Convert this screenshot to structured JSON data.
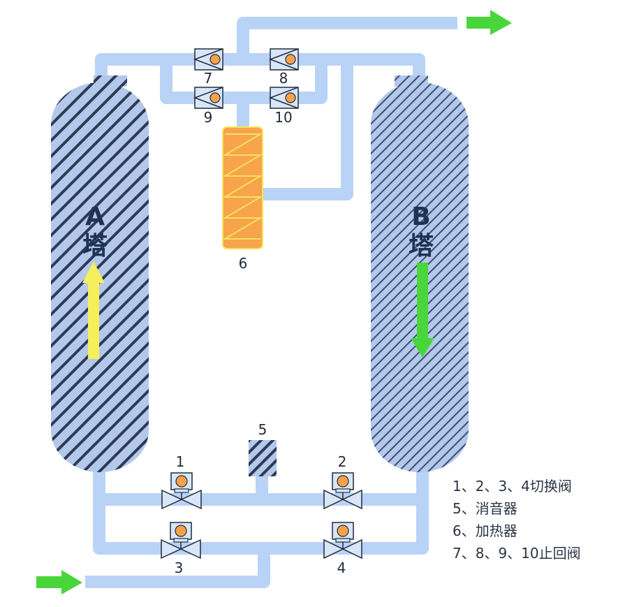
{
  "towers": {
    "a": {
      "letter": "A",
      "word": "塔",
      "flow_arrow_color": "#f6ef5a"
    },
    "b": {
      "letter": "B",
      "word": "塔",
      "flow_arrow_color": "#49d63a"
    }
  },
  "component_numbers": {
    "v1": "1",
    "v2": "2",
    "v3": "3",
    "v4": "4",
    "muffler": "5",
    "heater": "6",
    "v7": "7",
    "v8": "8",
    "v9": "9",
    "v10": "10"
  },
  "legend": [
    "1、2、3、4切换阀",
    "5、消音器",
    "6、加热器",
    "7、8、9、10止回阀"
  ],
  "colors": {
    "pipe": "#b9d3f7",
    "tower_fill": "#b3c8ea",
    "tower_hatch_a": "#2c3a55",
    "tower_hatch_b": "#3a4d72",
    "heater": "#f7a44c",
    "heater_coil": "#f8e35a",
    "valve_dot": "#f6a24b",
    "inlet_outlet_arrow": "#49d63a"
  }
}
